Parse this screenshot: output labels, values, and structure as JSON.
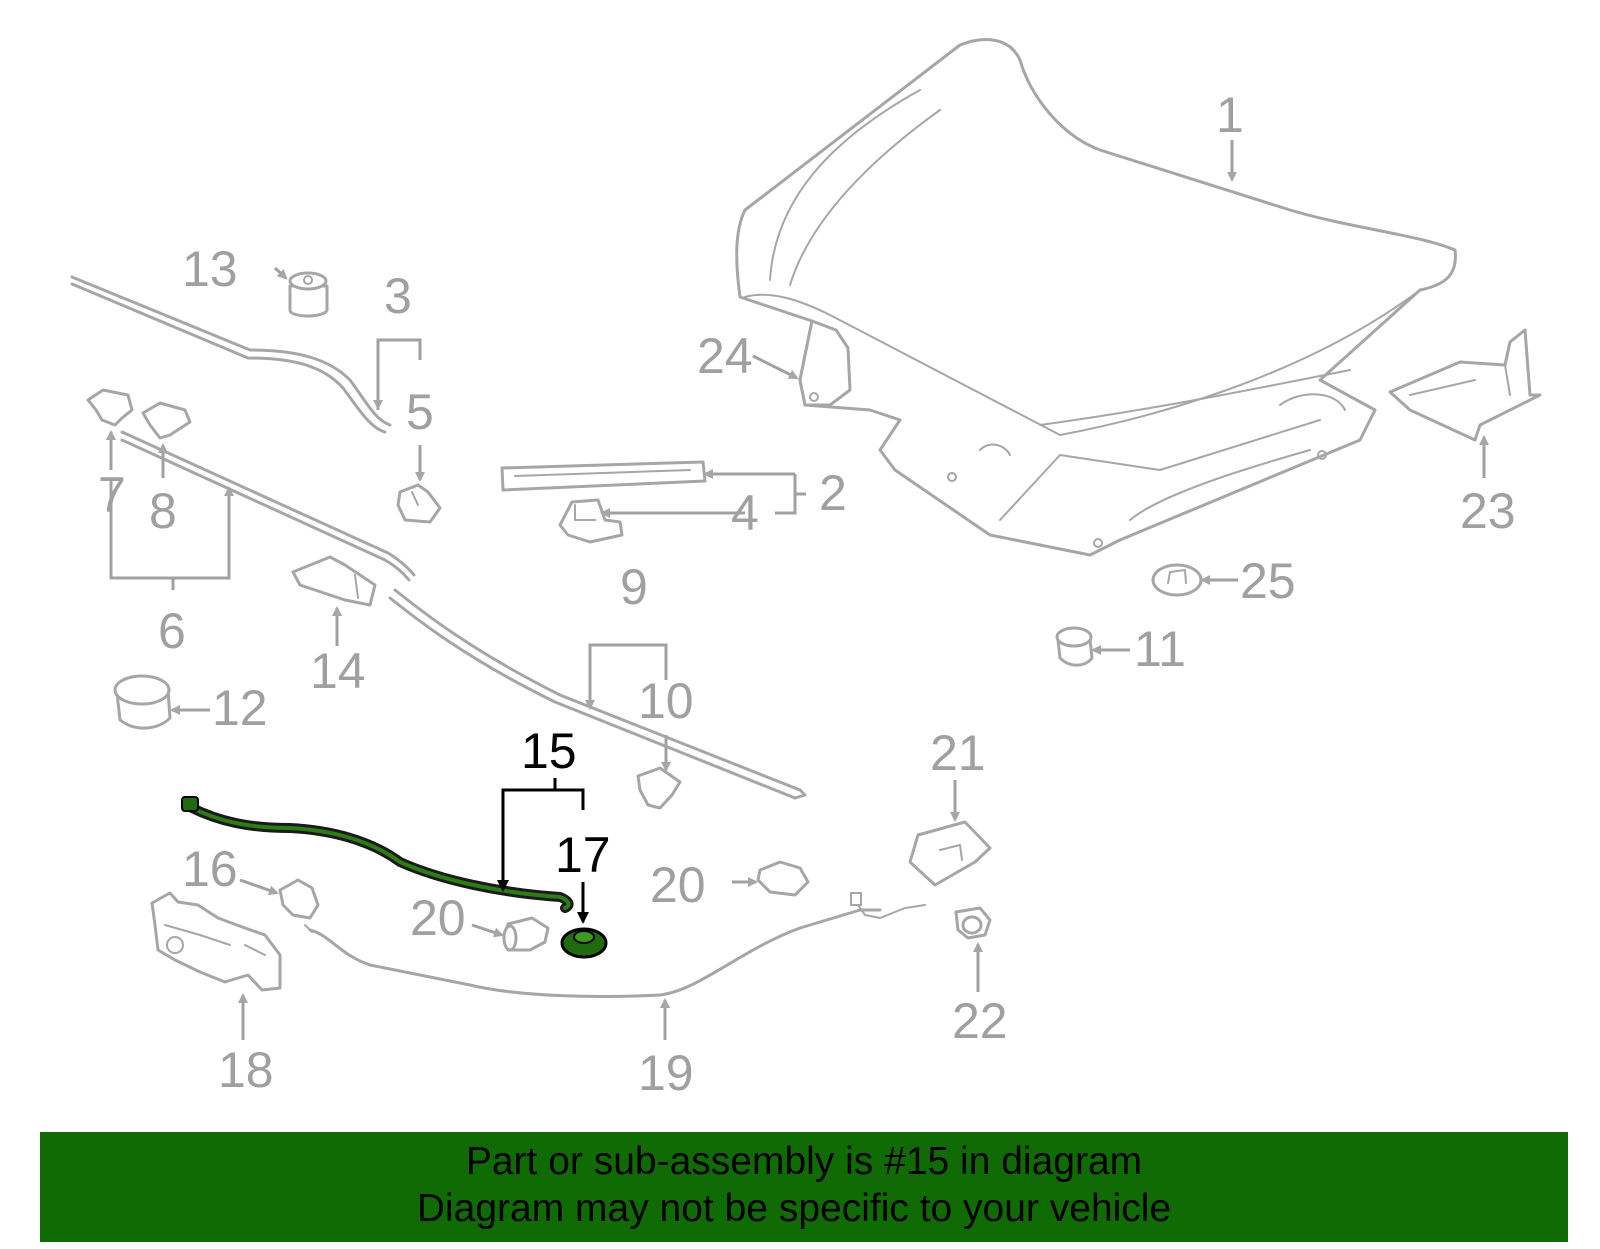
{
  "callouts": [
    {
      "id": "1",
      "label": "1"
    },
    {
      "id": "2",
      "label": "2"
    },
    {
      "id": "3",
      "label": "3"
    },
    {
      "id": "4",
      "label": "4"
    },
    {
      "id": "5",
      "label": "5"
    },
    {
      "id": "6",
      "label": "6"
    },
    {
      "id": "7",
      "label": "7"
    },
    {
      "id": "8",
      "label": "8"
    },
    {
      "id": "9",
      "label": "9"
    },
    {
      "id": "10",
      "label": "10"
    },
    {
      "id": "11",
      "label": "11"
    },
    {
      "id": "12",
      "label": "12"
    },
    {
      "id": "13",
      "label": "13"
    },
    {
      "id": "14",
      "label": "14"
    },
    {
      "id": "15",
      "label": "15",
      "highlighted": true
    },
    {
      "id": "16",
      "label": "16"
    },
    {
      "id": "17",
      "label": "17",
      "highlighted": true
    },
    {
      "id": "18",
      "label": "18"
    },
    {
      "id": "19",
      "label": "19"
    },
    {
      "id": "20a",
      "label": "20"
    },
    {
      "id": "20b",
      "label": "20"
    },
    {
      "id": "21",
      "label": "21"
    },
    {
      "id": "22",
      "label": "22"
    },
    {
      "id": "23",
      "label": "23"
    },
    {
      "id": "24",
      "label": "24"
    },
    {
      "id": "25",
      "label": "25"
    }
  ],
  "banner": {
    "line1": "Part or sub-assembly is #15 in diagram",
    "line2": "Diagram may not be specific to your vehicle",
    "color": "#116b04"
  },
  "colors": {
    "part_line": "#a6a6a6",
    "highlight_part": "#1f6b10",
    "highlight_label": "#000000"
  }
}
